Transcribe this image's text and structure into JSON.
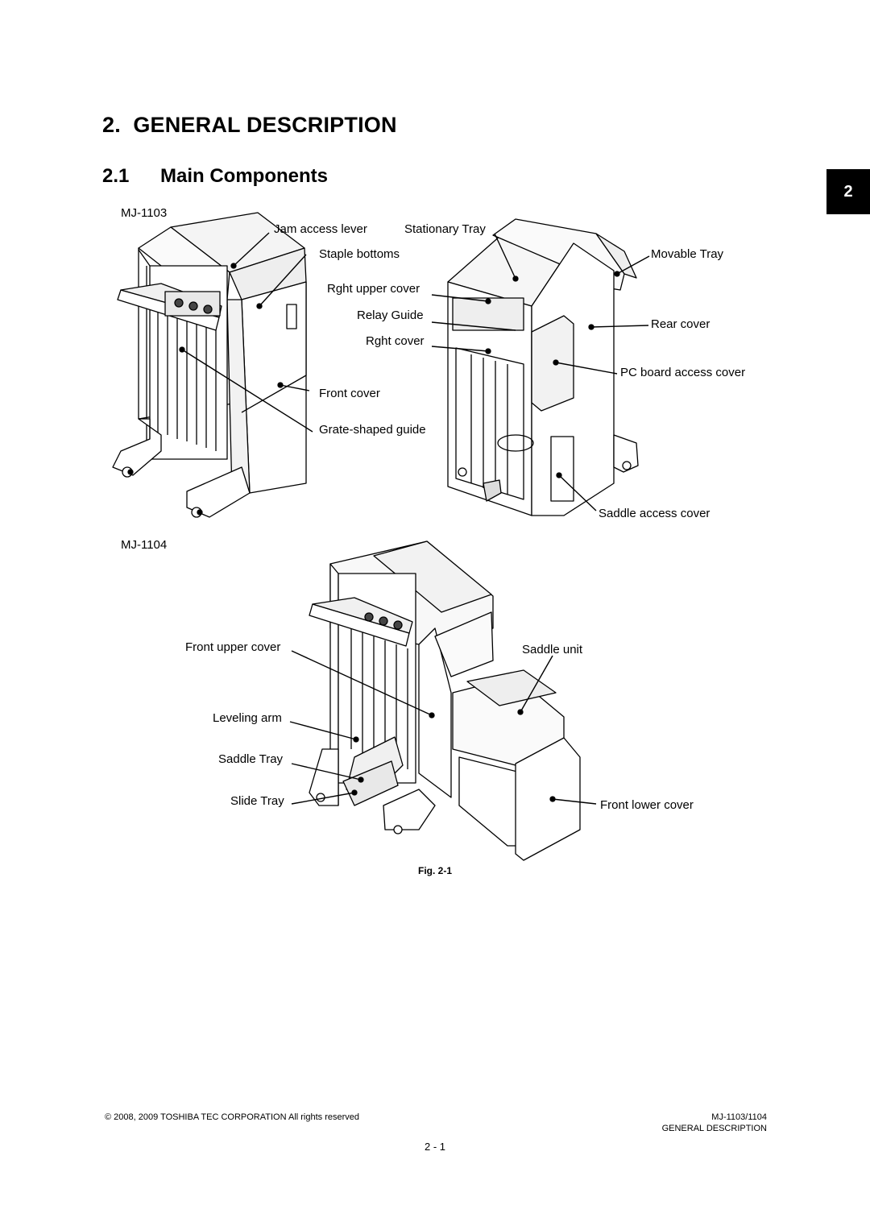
{
  "section_tab": "2",
  "heading": {
    "number": "2.",
    "title": "GENERAL DESCRIPTION"
  },
  "subheading": {
    "number": "2.1",
    "title": "Main Components"
  },
  "models": {
    "top": "MJ-1103",
    "bottom": "MJ-1104"
  },
  "labels_top": {
    "jam_access_lever": "Jam access lever",
    "stationary_tray": "Stationary Tray",
    "staple_bottoms": "Staple bottoms",
    "movable_tray": "Movable Tray",
    "rght_upper_cover": "Rght upper cover",
    "relay_guide": "Relay Guide",
    "rear_cover": "Rear cover",
    "rght_cover": "Rght cover",
    "pc_board_access_cover": "PC board access cover",
    "front_cover": "Front cover",
    "grate_shaped_guide": "Grate-shaped guide",
    "saddle_access_cover": "Saddle access cover"
  },
  "labels_bottom": {
    "front_upper_cover": "Front upper cover",
    "saddle_unit": "Saddle unit",
    "leveling_arm": "Leveling arm",
    "saddle_tray": "Saddle Tray",
    "slide_tray": "Slide Tray",
    "front_lower_cover": "Front lower cover"
  },
  "figure_caption": "Fig. 2-1",
  "footer": {
    "copyright": "© 2008, 2009 TOSHIBA TEC CORPORATION All rights reserved",
    "model": "MJ-1103/1104",
    "section": "GENERAL DESCRIPTION",
    "page": "2 - 1"
  }
}
